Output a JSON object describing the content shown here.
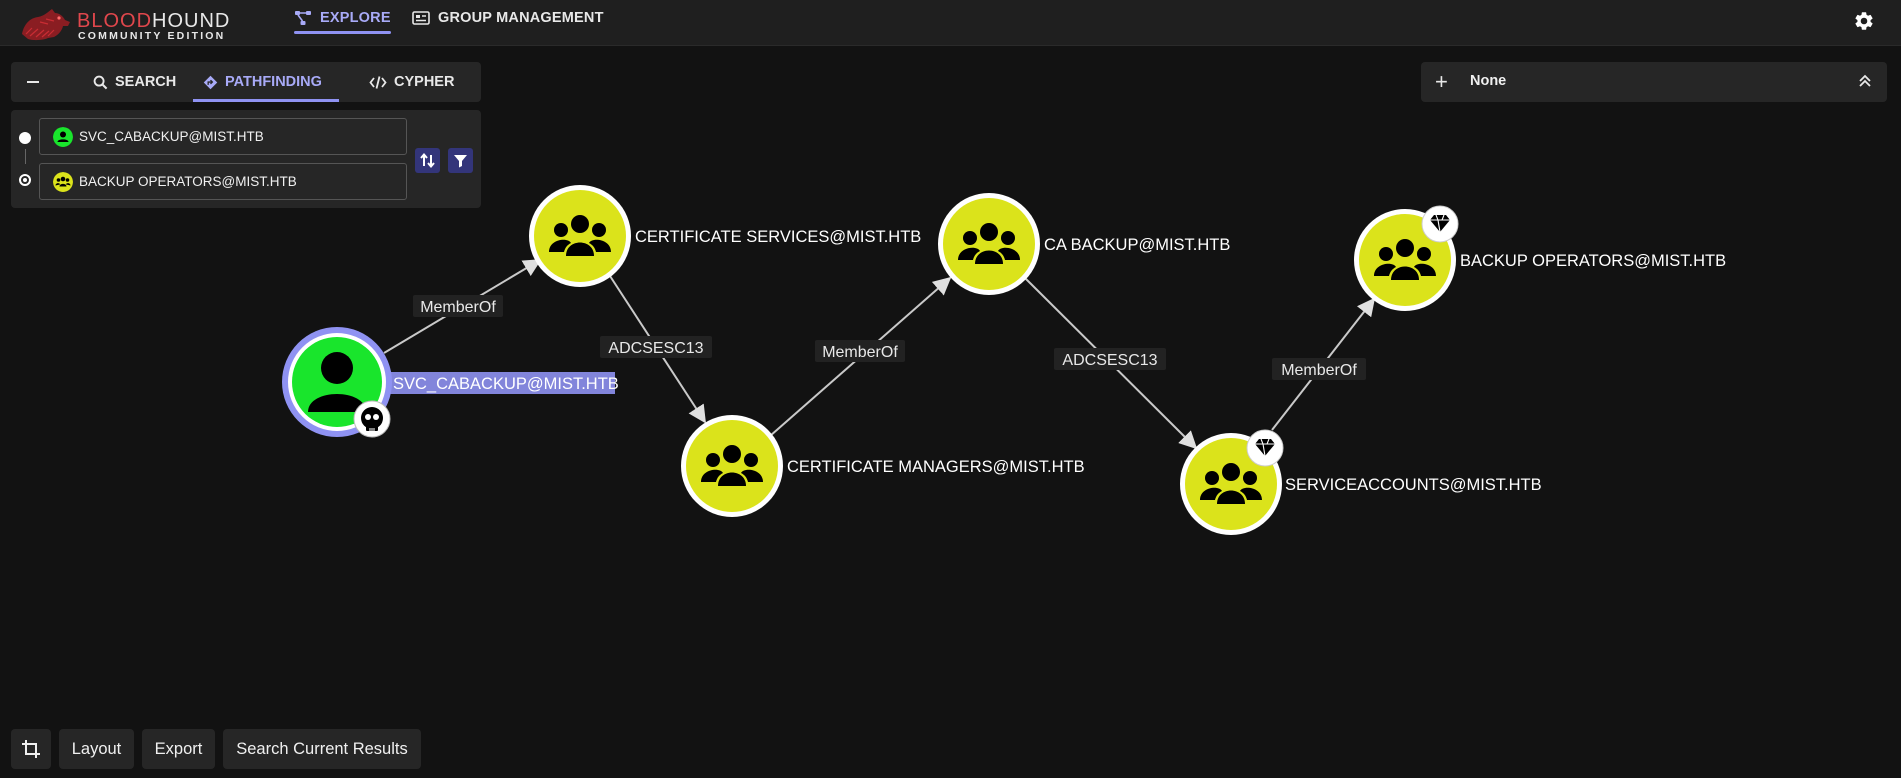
{
  "app": {
    "logo_red": "BLOOD",
    "logo_white": "HOUND",
    "logo_sub": "COMMUNITY EDITION"
  },
  "nav": {
    "explore_label": "EXPLORE",
    "group_label": "GROUP MANAGEMENT"
  },
  "search_tabs": {
    "search_label": "SEARCH",
    "pathfinding_label": "PATHFINDING",
    "cypher_label": "CYPHER"
  },
  "pathfinding": {
    "start_value": "SVC_CABACKUP@MIST.HTB",
    "end_value": "BACKUP OPERATORS@MIST.HTB"
  },
  "node_selector": {
    "label": "None"
  },
  "graph": {
    "nodes": [
      {
        "id": "svc",
        "label": "SVC_CABACKUP@MIST.HTB",
        "type": "user",
        "selected": true
      },
      {
        "id": "certsvc",
        "label": "CERTIFICATE SERVICES@MIST.HTB",
        "type": "group"
      },
      {
        "id": "certmgr",
        "label": "CERTIFICATE MANAGERS@MIST.HTB",
        "type": "group"
      },
      {
        "id": "cabackup",
        "label": "CA BACKUP@MIST.HTB",
        "type": "group"
      },
      {
        "id": "svcacct",
        "label": "SERVICEACCOUNTS@MIST.HTB",
        "type": "group"
      },
      {
        "id": "backupops",
        "label": "BACKUP OPERATORS@MIST.HTB",
        "type": "group"
      }
    ],
    "edges": [
      {
        "from": "svc",
        "to": "certsvc",
        "label": "MemberOf"
      },
      {
        "from": "certsvc",
        "to": "certmgr",
        "label": "ADCSESC13"
      },
      {
        "from": "certmgr",
        "to": "cabackup",
        "label": "MemberOf"
      },
      {
        "from": "cabackup",
        "to": "svcacct",
        "label": "ADCSESC13"
      },
      {
        "from": "svcacct",
        "to": "backupops",
        "label": "MemberOf"
      }
    ],
    "colors": {
      "group_fill": "#dbe31b",
      "user_fill": "#19e52c",
      "selected_ring": "#8f92f2",
      "accent": "#a8aaf7"
    }
  },
  "bottom": {
    "layout_label": "Layout",
    "export_label": "Export",
    "search_results_label": "Search Current Results"
  }
}
